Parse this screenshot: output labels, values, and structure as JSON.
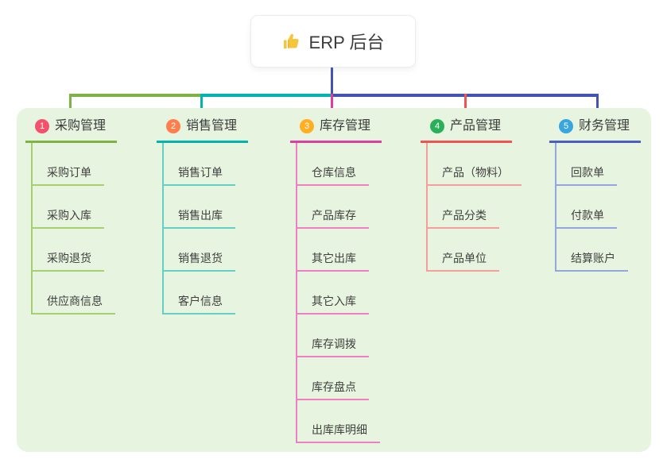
{
  "root": {
    "icon": "thumbs-up",
    "label": "ERP 后台",
    "connector_color": "#4253b4"
  },
  "colors": {
    "container_bg": "#e7f4df",
    "icon_yellow": "#f5c53c"
  },
  "branches": [
    {
      "index": "1",
      "title": "采购管理",
      "badge_color": "#f4516c",
      "line_color": "#7cb342",
      "child_line_color": "#a5d06e",
      "children": [
        "采购订单",
        "采购入库",
        "采购退货",
        "供应商信息"
      ]
    },
    {
      "index": "2",
      "title": "销售管理",
      "badge_color": "#ff7e4d",
      "line_color": "#00b5ad",
      "child_line_color": "#63cfc5",
      "children": [
        "销售订单",
        "销售出库",
        "销售退货",
        "客户信息"
      ]
    },
    {
      "index": "3",
      "title": "库存管理",
      "badge_color": "#ffb022",
      "line_color": "#e03da0",
      "child_line_color": "#ee7fc5",
      "children": [
        "仓库信息",
        "产品库存",
        "其它出库",
        "其它入库",
        "库存调拨",
        "库存盘点",
        "出库库明细"
      ]
    },
    {
      "index": "4",
      "title": "产品管理",
      "badge_color": "#2bb05a",
      "line_color": "#f05352",
      "child_line_color": "#f59e9b",
      "children": [
        "产品（物料）",
        "产品分类",
        "产品单位"
      ]
    },
    {
      "index": "5",
      "title": "财务管理",
      "badge_color": "#38a7e0",
      "line_color": "#4a5fc4",
      "child_line_color": "#94a6e0",
      "children": [
        "回款单",
        "付款单",
        "结算账户"
      ]
    }
  ]
}
